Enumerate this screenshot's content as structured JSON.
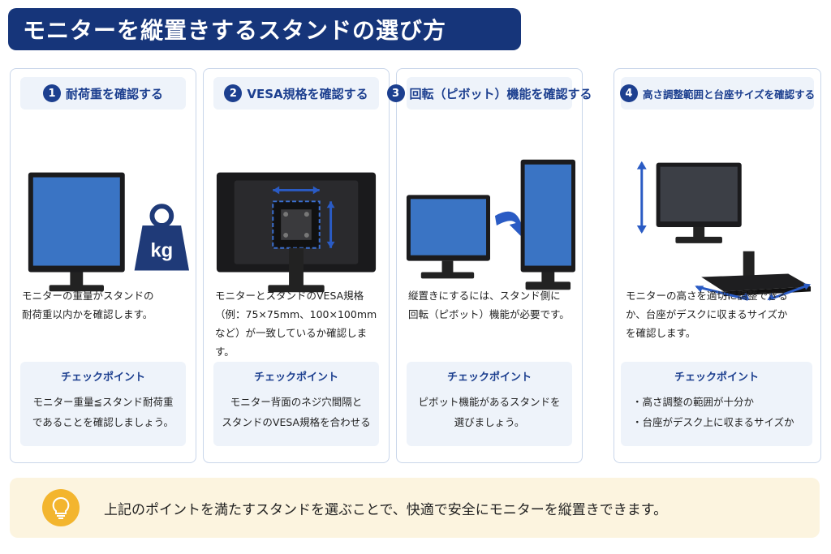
{
  "title": "モニターを縦置きするスタンドの選び方",
  "check_title": "チェックポイント",
  "colors": {
    "navy": "#16357a",
    "accent": "#1c3f8f",
    "panel": "#eef3fa",
    "footer": "#fcf4df",
    "bulb": "#f3b52e"
  },
  "cards": [
    {
      "num": "1",
      "heading": "耐荷重を確認する",
      "desc": [
        "モニターの重量がスタンドの",
        "耐荷重以内かを確認します。"
      ],
      "weight_label": "kg",
      "check_lines": [
        "モニター重量≦スタンド耐荷重",
        "であることを確認しましょう。"
      ]
    },
    {
      "num": "2",
      "heading": "VESA規格を確認する",
      "desc": [
        "モニターとスタンドのVESA規格",
        "（例：75×75mm、100×100mm",
        "など）が一致しているか確認します。"
      ],
      "check_lines": [
        "モニター背面のネジ穴間隔と",
        "スタンドのVESA規格を合わせる"
      ]
    },
    {
      "num": "3",
      "heading": "回転（ピボット）機能を確認する",
      "desc": [
        "縦置きにするには、スタンド側に",
        "回転（ピボット）機能が必要です。"
      ],
      "check_lines": [
        "ピボット機能があるスタンドを",
        "選びましょう。"
      ]
    },
    {
      "num": "4",
      "heading": "高さ調整範囲と台座サイズを確認する",
      "desc": [
        "モニターの高さを適切に調整できる",
        "か、台座がデスクに収まるサイズか",
        "を確認します。"
      ],
      "check_lines": [
        "高さ調整の範囲が十分か",
        "台座がデスク上に収まるサイズか"
      ]
    }
  ],
  "footer_text": "上記のポイントを満たすスタンドを選ぶことで、快適で安全にモニターを縦置きできます。",
  "icons": {
    "footer": "lightbulb-icon",
    "weight": "weight-icon",
    "arrow": "rotate-arrow-icon"
  }
}
